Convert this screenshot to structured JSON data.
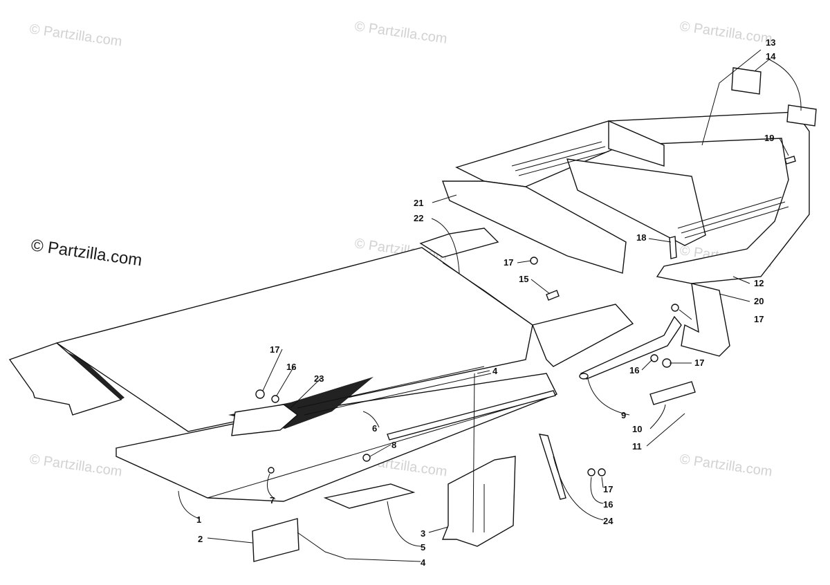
{
  "watermark": {
    "tiled_text": "© Partzilla.com",
    "main_text": "© Partzilla.com"
  },
  "callouts": [
    "13",
    "14",
    "19",
    "21",
    "22",
    "18",
    "17",
    "15",
    "12",
    "20",
    "17",
    "16",
    "17",
    "9",
    "10",
    "11",
    "4",
    "17",
    "16",
    "23",
    "6",
    "8",
    "7",
    "1",
    "2",
    "3",
    "5",
    "4",
    "17",
    "16",
    "24"
  ]
}
